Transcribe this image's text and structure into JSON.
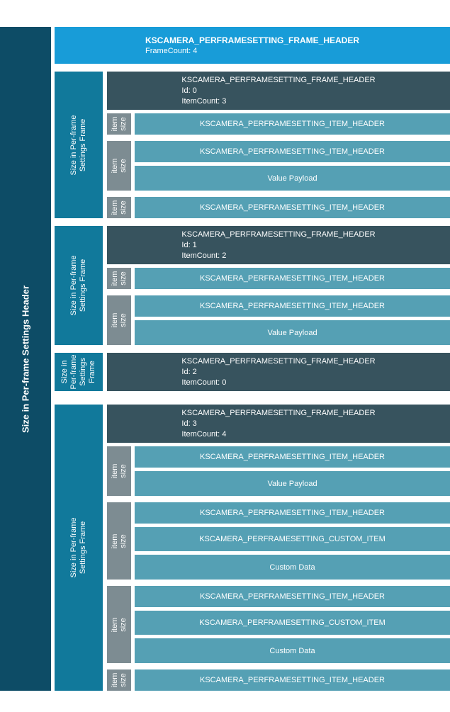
{
  "diagram": {
    "sidebar_label": "Size in Per-frame Settings Header",
    "top_header": {
      "title": "KSCAMERA_PERFRAMESETTING_FRAME_HEADER",
      "subtitle": "FrameCount: 4"
    },
    "frame_column_label": "Size in Per-frame Settings Frame",
    "item_size_label": "item size",
    "frames": [
      {
        "header_title": "KSCAMERA_PERFRAMESETTING_FRAME_HEADER",
        "id_label": "Id: 0",
        "item_count_label": "ItemCount: 3",
        "items": [
          {
            "rows": [
              {
                "label": "KSCAMERA_PERFRAMESETTING_ITEM_HEADER",
                "kind": "item-header"
              }
            ]
          },
          {
            "rows": [
              {
                "label": "KSCAMERA_PERFRAMESETTING_ITEM_HEADER",
                "kind": "item-header"
              },
              {
                "label": "Value Payload",
                "kind": "payload"
              }
            ]
          },
          {
            "rows": [
              {
                "label": "KSCAMERA_PERFRAMESETTING_ITEM_HEADER",
                "kind": "item-header"
              }
            ]
          }
        ]
      },
      {
        "header_title": "KSCAMERA_PERFRAMESETTING_FRAME_HEADER",
        "id_label": "Id: 1",
        "item_count_label": "ItemCount: 2",
        "items": [
          {
            "rows": [
              {
                "label": "KSCAMERA_PERFRAMESETTING_ITEM_HEADER",
                "kind": "item-header"
              }
            ]
          },
          {
            "rows": [
              {
                "label": "KSCAMERA_PERFRAMESETTING_ITEM_HEADER",
                "kind": "item-header"
              },
              {
                "label": "Value Payload",
                "kind": "payload"
              }
            ]
          }
        ]
      },
      {
        "header_title": "KSCAMERA_PERFRAMESETTING_FRAME_HEADER",
        "id_label": "Id: 2",
        "item_count_label": "ItemCount: 0",
        "items": []
      },
      {
        "header_title": "KSCAMERA_PERFRAMESETTING_FRAME_HEADER",
        "id_label": "Id: 3",
        "item_count_label": "ItemCount: 4",
        "items": [
          {
            "rows": [
              {
                "label": "KSCAMERA_PERFRAMESETTING_ITEM_HEADER",
                "kind": "item-header"
              },
              {
                "label": "Value Payload",
                "kind": "payload"
              }
            ]
          },
          {
            "rows": [
              {
                "label": "KSCAMERA_PERFRAMESETTING_ITEM_HEADER",
                "kind": "item-header"
              },
              {
                "label": "KSCAMERA_PERFRAMESETTING_CUSTOM_ITEM",
                "kind": "custom-item"
              },
              {
                "label": "Custom Data",
                "kind": "custom-data"
              }
            ]
          },
          {
            "rows": [
              {
                "label": "KSCAMERA_PERFRAMESETTING_ITEM_HEADER",
                "kind": "item-header"
              },
              {
                "label": "KSCAMERA_PERFRAMESETTING_CUSTOM_ITEM",
                "kind": "custom-item"
              },
              {
                "label": "Custom Data",
                "kind": "custom-data"
              }
            ]
          },
          {
            "rows": [
              {
                "label": "KSCAMERA_PERFRAMESETTING_ITEM_HEADER",
                "kind": "item-header"
              }
            ]
          }
        ]
      }
    ],
    "colors": {
      "sidebar": "#0d4c66",
      "top_header": "#189cd8",
      "frame_label": "#11799b",
      "frame_header": "#37535e",
      "item_row": "#55a0b4",
      "item_size": "#7d8c92",
      "text": "#ffffff"
    }
  }
}
